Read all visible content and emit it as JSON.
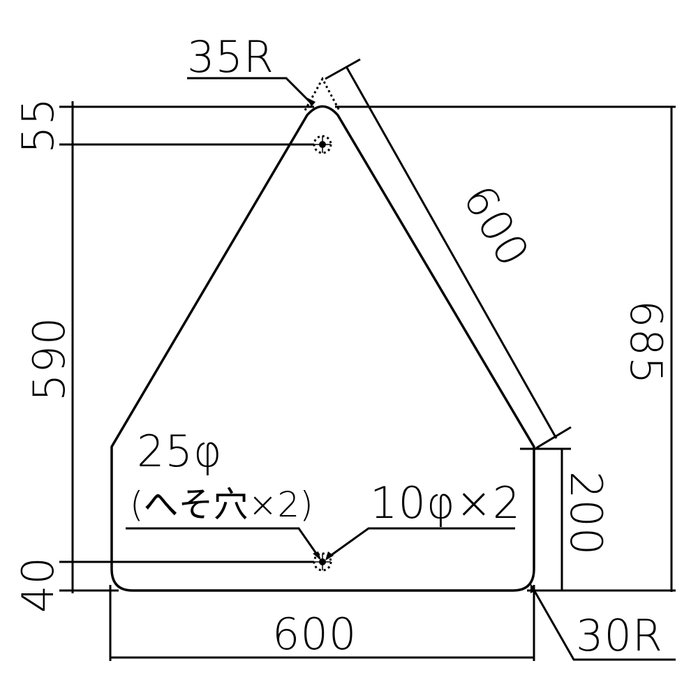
{
  "drawing": {
    "title": "Triangular sign plate dimensions",
    "colors": {
      "line": "#000000",
      "background": "#ffffff"
    },
    "labels": {
      "top_radius": "35R",
      "dim_55": "55",
      "dim_590": "590",
      "dim_40": "40",
      "dim_slant": "600",
      "dim_685": "685",
      "dim_200": "200",
      "dim_width": "600",
      "bottom_radius": "30R",
      "pivot_hole": "25φ",
      "pivot_note": "(へそ穴×2)",
      "mount_holes": "10φ×2"
    }
  }
}
